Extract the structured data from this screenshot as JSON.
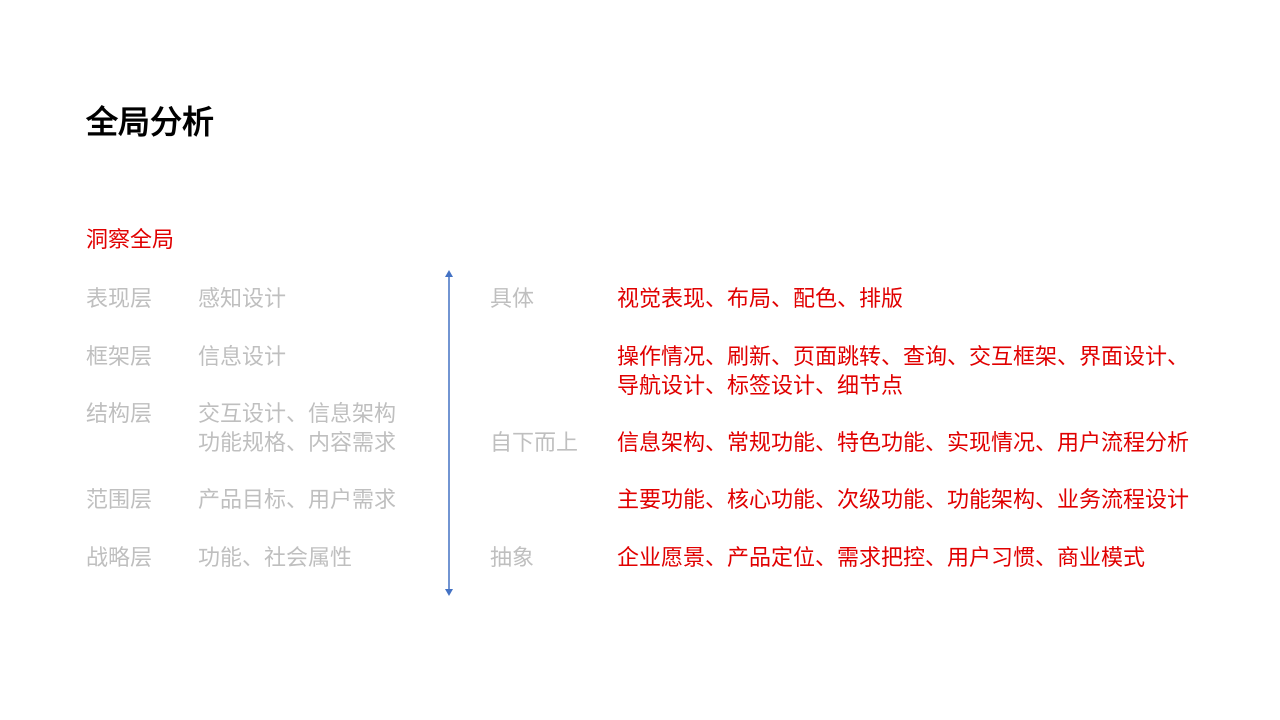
{
  "slide": {
    "title": "全局分析",
    "subtitle": "洞察全局"
  },
  "layers": [
    {
      "name": "表现层",
      "desc": [
        "感知设计"
      ]
    },
    {
      "name": "框架层",
      "desc": [
        "信息设计"
      ]
    },
    {
      "name": "结构层",
      "desc": [
        "交互设计、信息架构",
        "功能规格、内容需求"
      ]
    },
    {
      "name": "范围层",
      "desc": [
        "产品目标、用户需求"
      ]
    },
    {
      "name": "战略层",
      "desc": [
        "功能、社会属性"
      ]
    }
  ],
  "axis": {
    "top": "具体",
    "middle": "自下而上",
    "bottom": "抽象"
  },
  "details": [
    [
      "视觉表现、布局、配色、排版"
    ],
    [
      "操作情况、刷新、页面跳转、查询、交互框架、界面设计、",
      "导航设计、标签设计、细节点"
    ],
    [
      "信息架构、常规功能、特色功能、实现情况、用户流程分析"
    ],
    [
      "主要功能、核心功能、次级功能、功能架构、业务流程设计"
    ],
    [
      "企业愿景、产品定位、需求把控、用户习惯、商业模式"
    ]
  ],
  "colors": {
    "accent_red": "#e00000",
    "muted_gray": "#bfbfbf",
    "arrow_blue": "#4472c4"
  },
  "icons": {
    "axis_arrow": "double-headed-vertical-arrow-icon"
  }
}
